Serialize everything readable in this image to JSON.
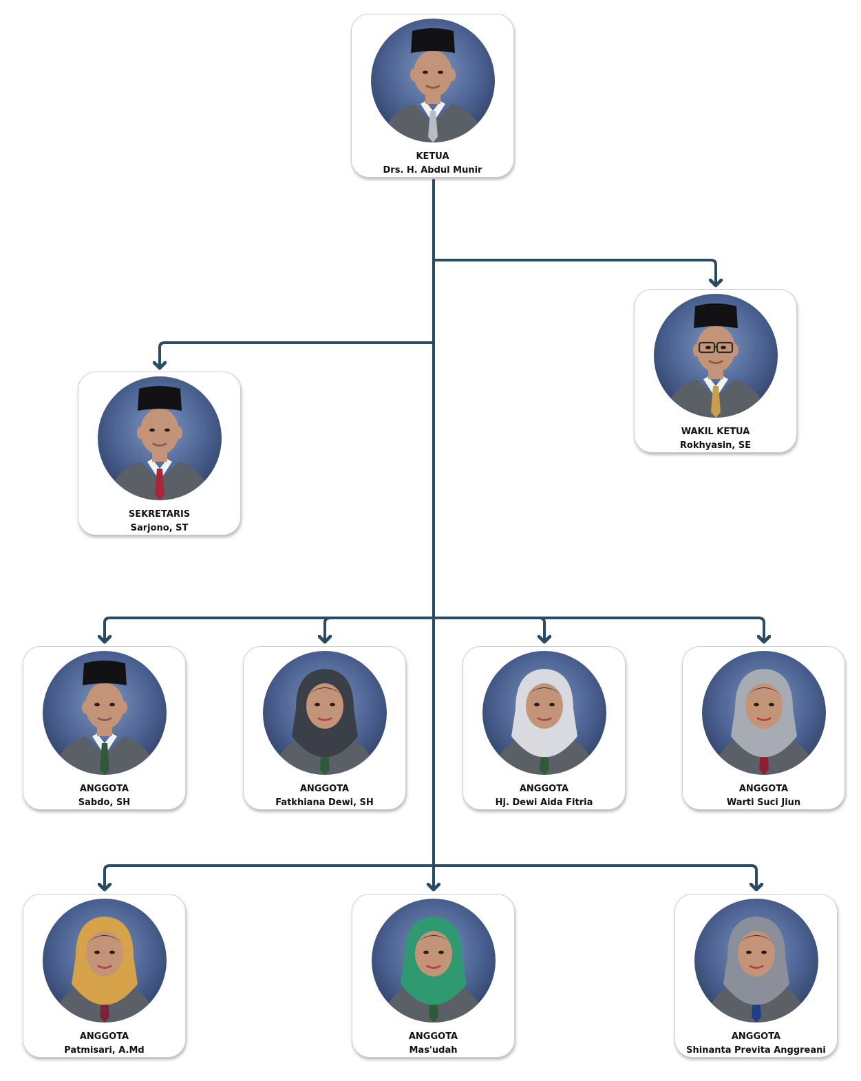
{
  "colors": {
    "connector": "#2b4a63",
    "card_border": "#cfcfcf"
  },
  "members": [
    {
      "role": "KETUA",
      "name": "Drs. H. Abdul Munir",
      "headwear": "peci",
      "glasses": false,
      "tie": "#b8bcc6"
    },
    {
      "role": "WAKIL KETUA",
      "name": "Rokhyasin, SE",
      "headwear": "peci",
      "glasses": true,
      "tie": "#c9a04a"
    },
    {
      "role": "SEKRETARIS",
      "name": "Sarjono, ST",
      "headwear": "peci",
      "glasses": false,
      "tie": "#a8283a"
    },
    {
      "role": "ANGGOTA",
      "name": "Sabdo, SH",
      "headwear": "peci",
      "glasses": false,
      "tie": "#2f5a3a"
    },
    {
      "role": "ANGGOTA",
      "name": "Fatkhiana Dewi, SH",
      "headwear": "hijab",
      "hijab": "#3b3f47",
      "tie": "#2f5a3a"
    },
    {
      "role": "ANGGOTA",
      "name": "Hj. Dewi Aida Fitria",
      "headwear": "hijab",
      "hijab": "#d9dadf",
      "tie": "#2f5a3a"
    },
    {
      "role": "ANGGOTA",
      "name": "Warti Suci Jiun",
      "headwear": "hijab",
      "hijab": "#a7abb3",
      "tie": "#8e1f2e"
    },
    {
      "role": "ANGGOTA",
      "name": "Patmisari, A.Md",
      "headwear": "hijab",
      "hijab": "#d6a24a",
      "tie": "#7a2438"
    },
    {
      "role": "ANGGOTA",
      "name": "Mas'udah",
      "headwear": "hijab",
      "hijab": "#2f9a72",
      "tie": "#2f5a3a"
    },
    {
      "role": "ANGGOTA",
      "name": "Shinanta Previta Anggreani",
      "headwear": "hijab",
      "hijab": "#8a8f99",
      "tie": "#1f3e8a"
    }
  ]
}
